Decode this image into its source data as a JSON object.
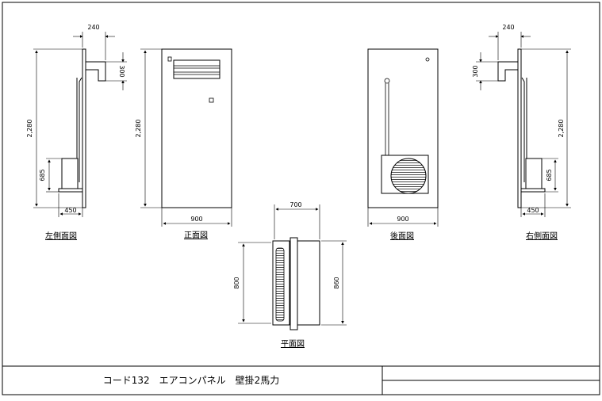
{
  "title_block": {
    "title": "コード132　エアコンパネル　壁掛2馬力"
  },
  "views": {
    "left_side": {
      "label": "左側面図",
      "dims": {
        "top": "240",
        "height": "2,280",
        "bracket": "300",
        "unit_height": "685",
        "base": "450"
      }
    },
    "front": {
      "label": "正面図",
      "dims": {
        "height": "2,280",
        "width": "900"
      }
    },
    "plan": {
      "label": "平面図",
      "dims": {
        "top": "700",
        "left": "800",
        "right": "860"
      }
    },
    "rear": {
      "label": "後面図",
      "dims": {
        "width": "900"
      }
    },
    "right_side": {
      "label": "右側面図",
      "dims": {
        "top": "240",
        "height": "2,280",
        "bracket": "300",
        "unit_height": "685",
        "base": "450"
      }
    }
  },
  "colors": {
    "line": "#000000",
    "panel": "#ffffff",
    "background": "#ffffff"
  }
}
